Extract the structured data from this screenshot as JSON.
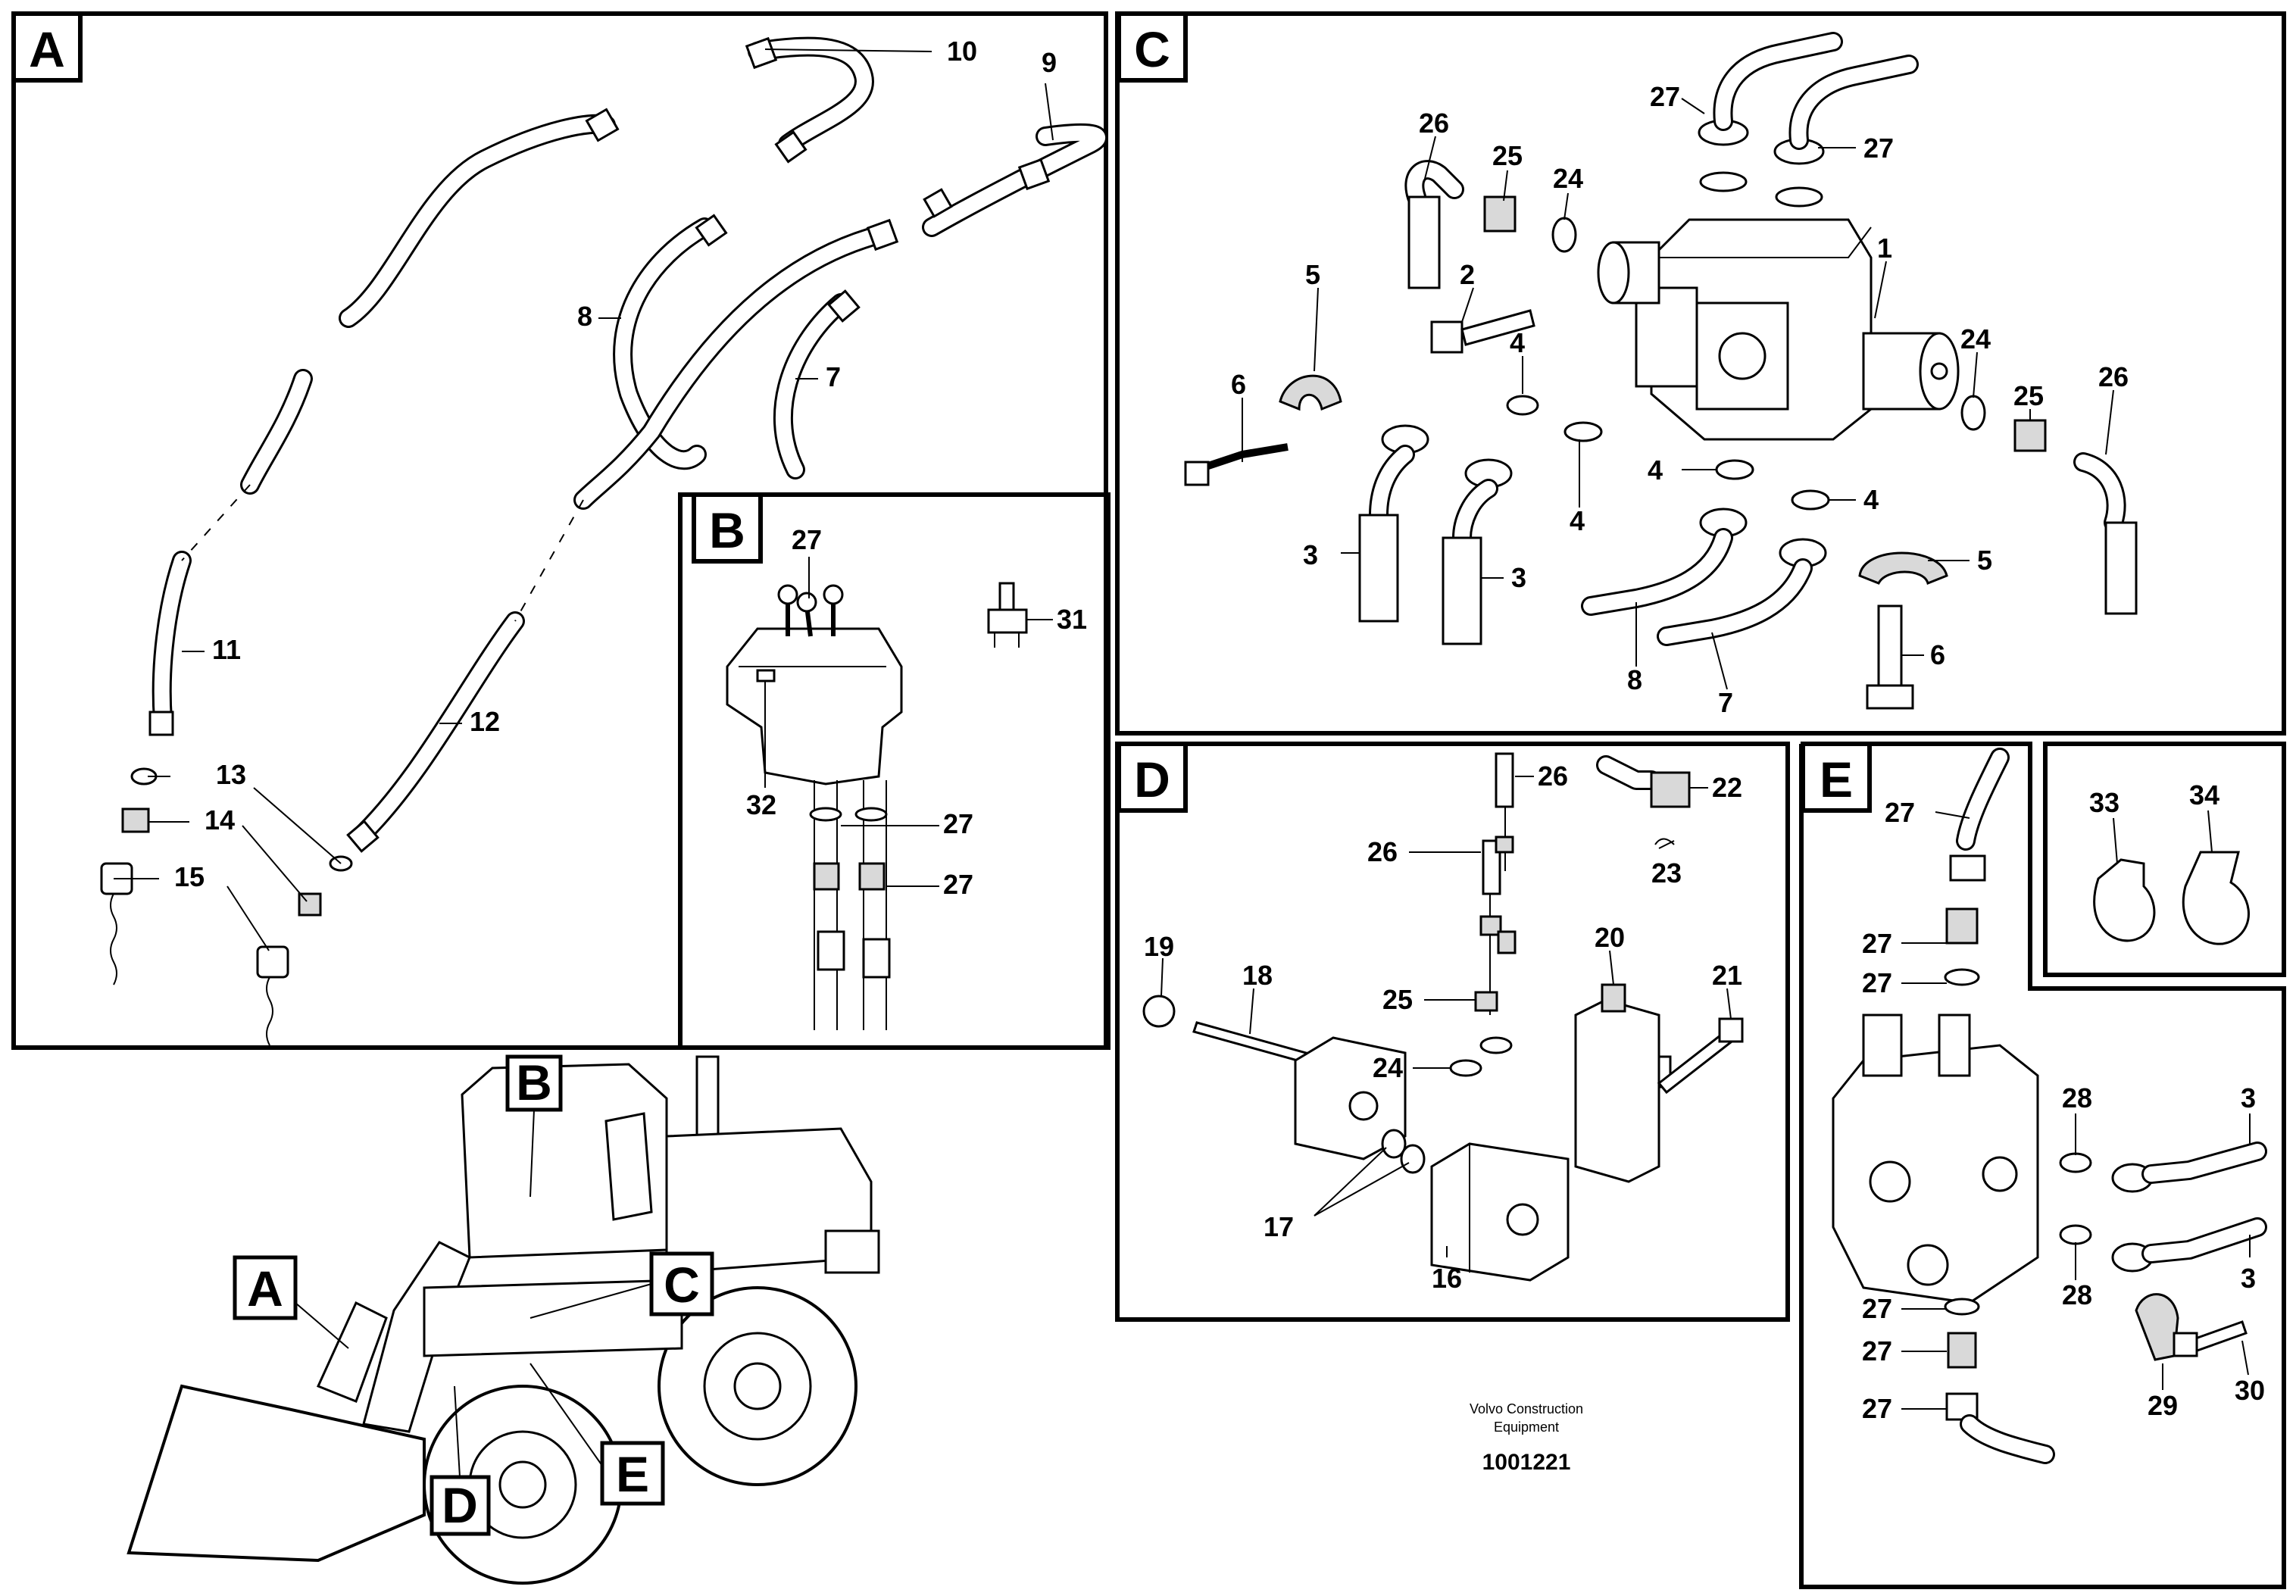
{
  "panels": {
    "A": {
      "tag": "A",
      "callouts": [
        "10",
        "9",
        "8",
        "7",
        "11",
        "12",
        "13",
        "14",
        "15"
      ]
    },
    "B": {
      "tag": "B",
      "callouts": [
        "27",
        "31",
        "32",
        "27",
        "27"
      ]
    },
    "C": {
      "tag": "C",
      "callouts": [
        "27",
        "27",
        "26",
        "25",
        "24",
        "5",
        "2",
        "4",
        "1",
        "24",
        "25",
        "26",
        "6",
        "3",
        "3",
        "4",
        "4",
        "4",
        "5",
        "8",
        "7",
        "6"
      ]
    },
    "D": {
      "tag": "D",
      "callouts": [
        "26",
        "22",
        "26",
        "23",
        "19",
        "18",
        "20",
        "21",
        "25",
        "24",
        "17",
        "16"
      ]
    },
    "E": {
      "tag": "E",
      "callouts": [
        "27",
        "27",
        "27",
        "28",
        "3",
        "27",
        "28",
        "3",
        "27",
        "29",
        "30",
        "27"
      ]
    },
    "clamps": {
      "callouts": [
        "33",
        "34"
      ]
    }
  },
  "machine_view": {
    "tags": [
      "A",
      "B",
      "C",
      "D",
      "E"
    ]
  },
  "footer": {
    "maker_line1": "Volvo Construction",
    "maker_line2": "Equipment",
    "doc_number": "1001221"
  }
}
